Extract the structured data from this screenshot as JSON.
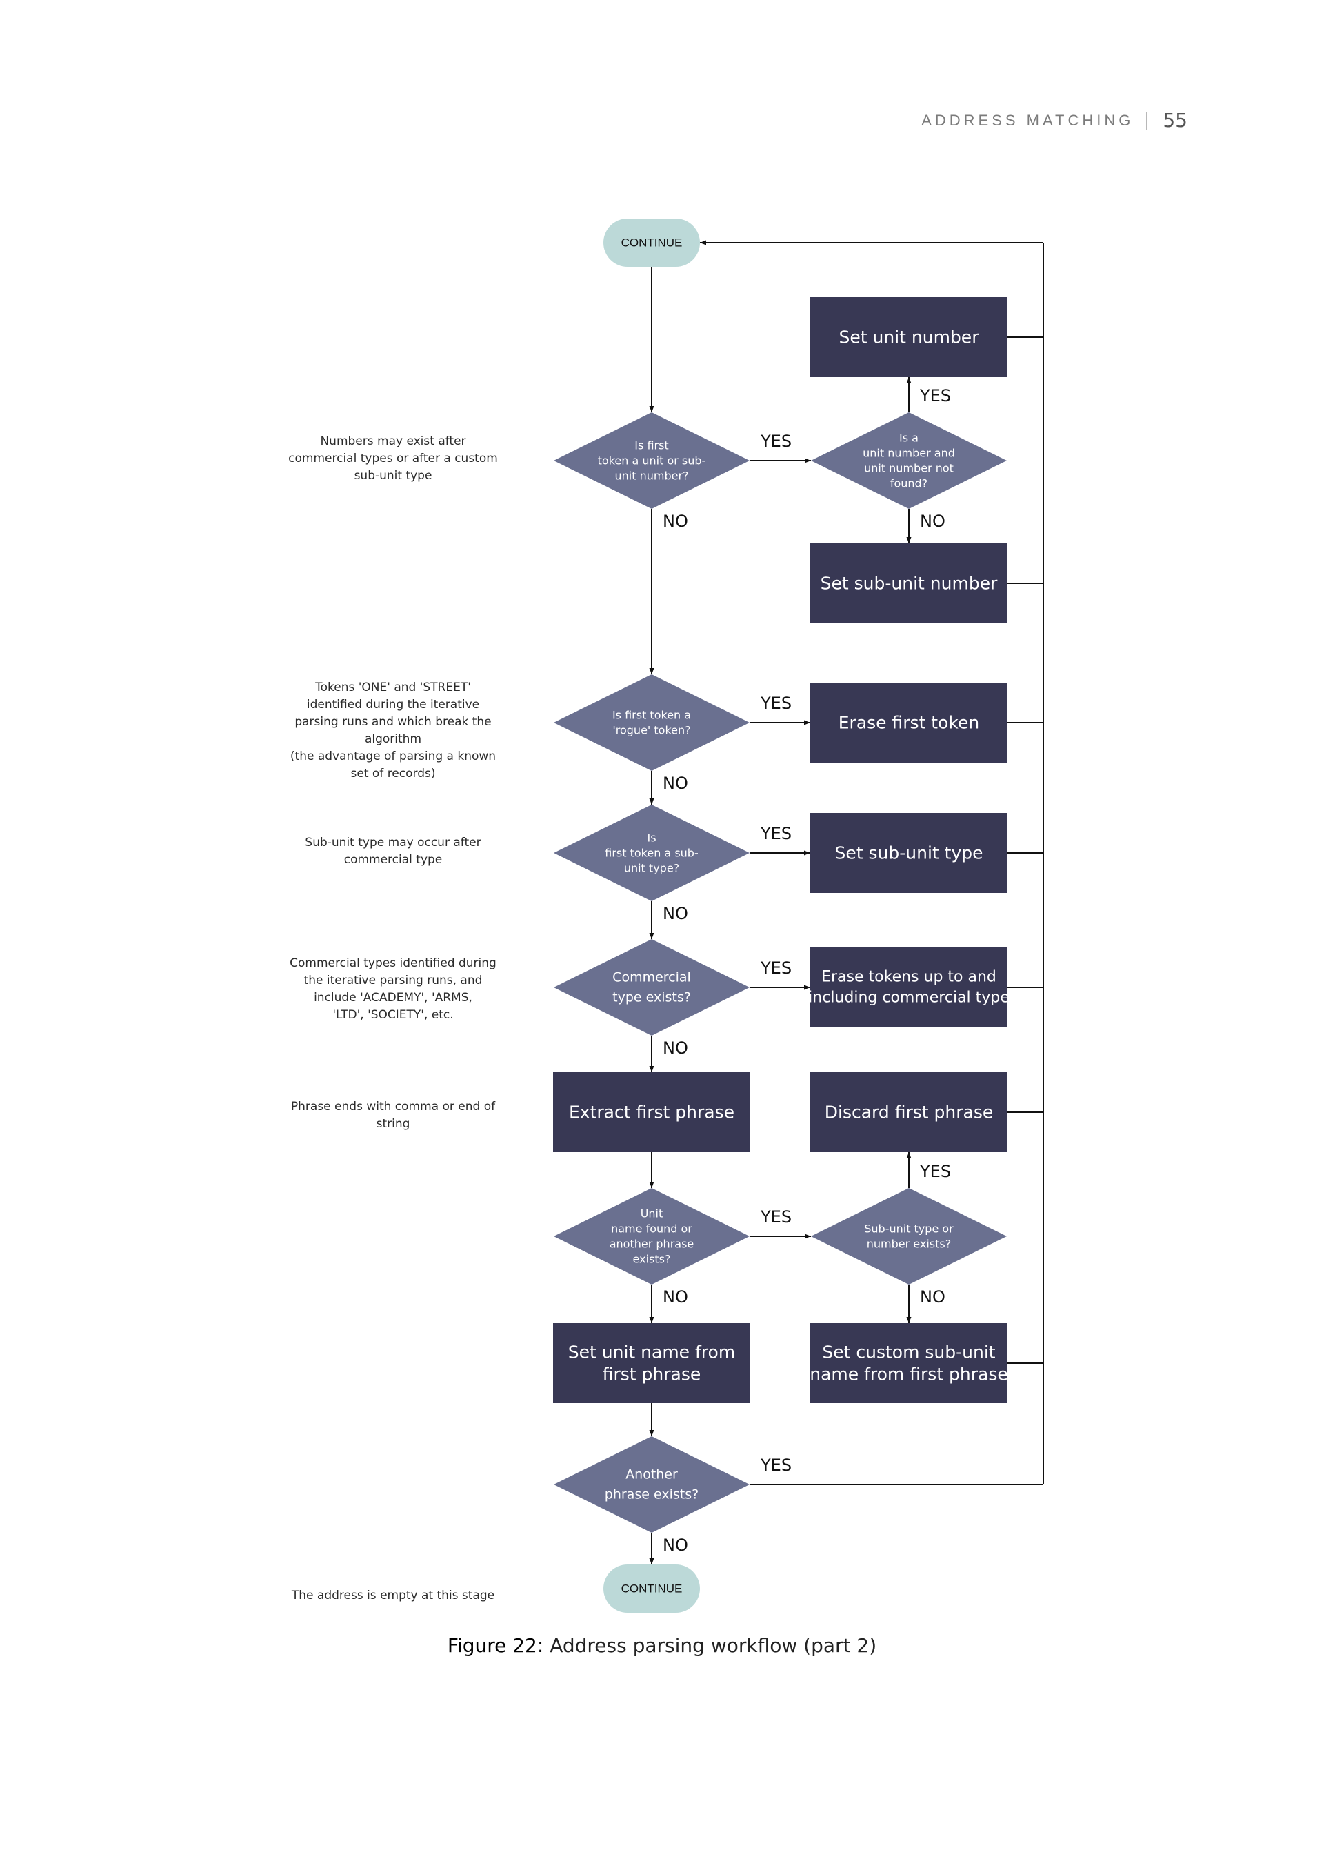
{
  "header": {
    "title": "ADDRESS MATCHING",
    "page_number": "55"
  },
  "colors": {
    "terminal": "#bcd9d8",
    "decision": "#6a7090",
    "process": "#383854",
    "line": "#111111"
  },
  "nodes": {
    "continue_top": {
      "type": "terminal",
      "lines": [
        "CONTINUE"
      ]
    },
    "d_unit": {
      "type": "decision",
      "lines": [
        "Is first",
        "token a unit or sub-",
        "unit number?"
      ]
    },
    "d_unit_number": {
      "type": "decision",
      "lines": [
        "Is a",
        "unit number and",
        "unit number not",
        "found?"
      ]
    },
    "p_set_unit_number": {
      "type": "process",
      "lines": [
        "Set  unit number"
      ]
    },
    "p_set_subunit_number": {
      "type": "process",
      "lines": [
        "Set sub-unit number"
      ]
    },
    "d_rogue": {
      "type": "decision",
      "lines": [
        "Is first token a",
        "'rogue' token?"
      ]
    },
    "p_erase_first": {
      "type": "process",
      "lines": [
        "Erase first token"
      ]
    },
    "d_subunit_type": {
      "type": "decision",
      "lines": [
        "Is",
        "first token a sub-",
        "unit type?"
      ]
    },
    "p_set_subunit_type": {
      "type": "process",
      "lines": [
        "Set sub-unit type"
      ]
    },
    "d_commercial": {
      "type": "decision",
      "lines": [
        "Commercial",
        "type exists?"
      ]
    },
    "p_erase_commercial": {
      "type": "process",
      "lines": [
        "Erase tokens up to and",
        "including commercial type"
      ]
    },
    "p_extract_phrase": {
      "type": "process",
      "lines": [
        "Extract first phrase"
      ]
    },
    "p_discard_phrase": {
      "type": "process",
      "lines": [
        "Discard first phrase"
      ]
    },
    "d_unit_name": {
      "type": "decision",
      "lines": [
        "Unit",
        "name found or",
        "another phrase",
        "exists?"
      ]
    },
    "d_subunit_exists": {
      "type": "decision",
      "lines": [
        "Sub-unit type or",
        "number exists?"
      ]
    },
    "p_set_unit_name": {
      "type": "process",
      "lines": [
        "Set unit name from",
        "first phrase"
      ]
    },
    "p_set_custom": {
      "type": "process",
      "lines": [
        "Set custom sub-unit",
        "name from first phrase"
      ]
    },
    "d_another": {
      "type": "decision",
      "lines": [
        "Another",
        "phrase exists?"
      ]
    },
    "continue_bottom": {
      "type": "terminal",
      "lines": [
        "CONTINUE"
      ]
    }
  },
  "edges": [
    {
      "from": "continue_top",
      "to": "d_unit",
      "label": ""
    },
    {
      "from": "d_unit",
      "to": "d_unit_number",
      "label": "YES"
    },
    {
      "from": "d_unit_number",
      "to": "p_set_unit_number",
      "label": "YES"
    },
    {
      "from": "d_unit_number",
      "to": "p_set_subunit_number",
      "label": "NO"
    },
    {
      "from": "d_unit",
      "to": "d_rogue",
      "label": "NO"
    },
    {
      "from": "d_rogue",
      "to": "p_erase_first",
      "label": "YES"
    },
    {
      "from": "d_rogue",
      "to": "d_subunit_type",
      "label": "NO"
    },
    {
      "from": "d_subunit_type",
      "to": "p_set_subunit_type",
      "label": "YES"
    },
    {
      "from": "d_subunit_type",
      "to": "d_commercial",
      "label": "NO"
    },
    {
      "from": "d_commercial",
      "to": "p_erase_commercial",
      "label": "YES"
    },
    {
      "from": "d_commercial",
      "to": "p_extract_phrase",
      "label": "NO"
    },
    {
      "from": "p_extract_phrase",
      "to": "d_unit_name",
      "label": ""
    },
    {
      "from": "d_unit_name",
      "to": "d_subunit_exists",
      "label": "YES"
    },
    {
      "from": "d_subunit_exists",
      "to": "p_discard_phrase",
      "label": "YES"
    },
    {
      "from": "d_subunit_exists",
      "to": "p_set_custom",
      "label": "NO"
    },
    {
      "from": "d_unit_name",
      "to": "p_set_unit_name",
      "label": "NO"
    },
    {
      "from": "p_set_unit_name",
      "to": "d_another",
      "label": ""
    },
    {
      "from": "d_another",
      "to": "continue_bottom",
      "label": "NO"
    },
    {
      "from": "p_set_unit_number",
      "to": "continue_top",
      "label": ""
    },
    {
      "from": "p_set_subunit_number",
      "to": "continue_top",
      "label": ""
    },
    {
      "from": "p_erase_first",
      "to": "continue_top",
      "label": ""
    },
    {
      "from": "p_set_subunit_type",
      "to": "continue_top",
      "label": ""
    },
    {
      "from": "p_erase_commercial",
      "to": "continue_top",
      "label": ""
    },
    {
      "from": "p_discard_phrase",
      "to": "continue_top",
      "label": ""
    },
    {
      "from": "p_set_custom",
      "to": "continue_top",
      "label": ""
    },
    {
      "from": "d_another",
      "to": "continue_top",
      "label": "YES"
    }
  ],
  "notes": {
    "numbers": "Numbers may exist after\ncommercial types or after a custom\nsub-unit type",
    "tokens": "Tokens 'ONE' and 'STREET'\nidentified during the iterative\nparsing runs and which break the\nalgorithm\n(the advantage of parsing a known\nset of records)",
    "subunit_type": "Sub-unit type may occur after\ncommercial type",
    "commercial": "Commercial types identified during\nthe iterative parsing runs, and\ninclude 'ACADEMY', 'ARMS,\n'LTD', 'SOCIETY', etc.",
    "phrase": "Phrase ends with comma or end of\nstring",
    "empty": "The address is empty at this stage"
  },
  "caption": {
    "label": "Figure 22:",
    "text": "Address parsing workflow (part 2)"
  }
}
